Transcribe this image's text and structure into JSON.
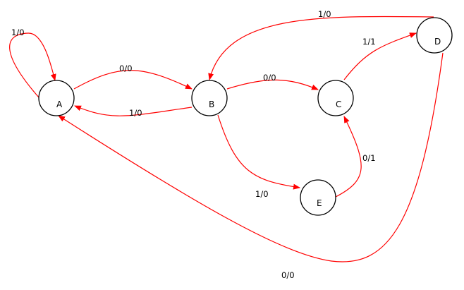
{
  "colors": {
    "edge": "#ff0000",
    "node_stroke": "#000000"
  },
  "nodes": {
    "A": "A",
    "B": "B",
    "C": "C",
    "D": "D",
    "E": "E"
  },
  "edges": {
    "A_A": "1/0",
    "A_B": "0/0",
    "B_A": "1/0",
    "B_C": "0/0",
    "C_D": "1/1",
    "D_B": "1/0",
    "B_E": "1/0",
    "E_C": "0/1",
    "D_A": "0/0"
  }
}
